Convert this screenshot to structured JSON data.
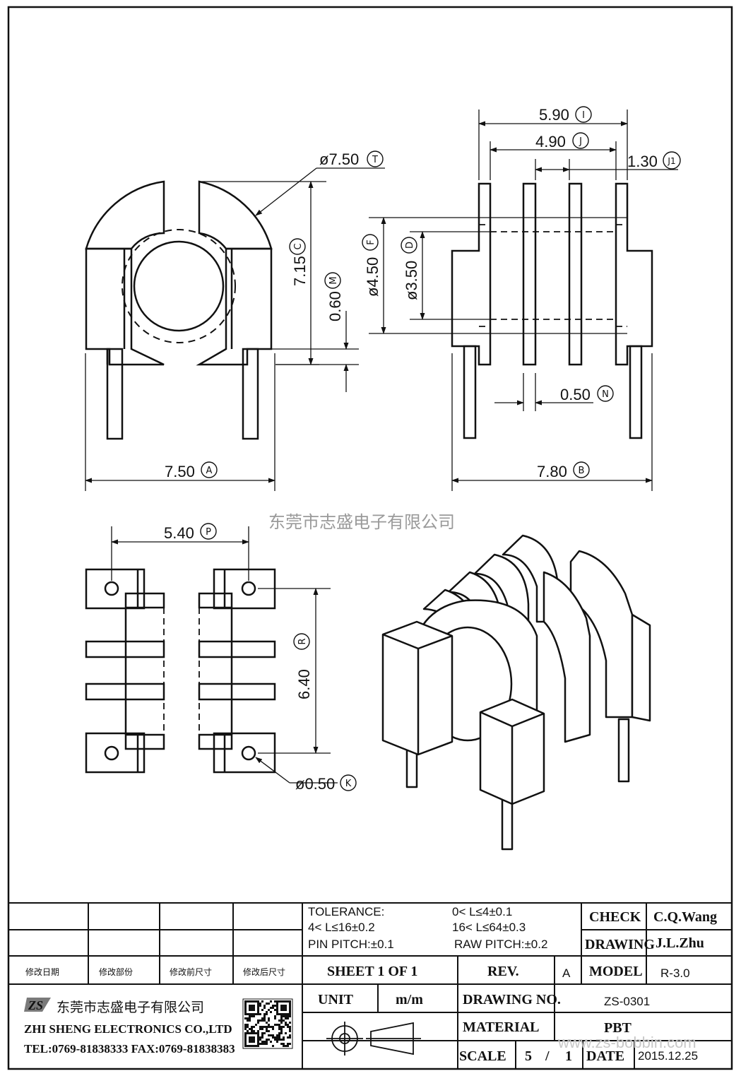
{
  "dimensions": {
    "d_5_90": "5.90",
    "d_4_90": "4.90",
    "d_1_30": "1.30",
    "d_7_50t": "ø7.50",
    "d_7_15": "7.15",
    "d_0_60": "0.60",
    "d_4_50": "ø4.50",
    "d_3_50": "ø3.50",
    "d_0_50n": "0.50",
    "d_7_50a": "7.50",
    "d_7_80": "7.80",
    "d_5_40": "5.40",
    "d_6_40": "6.40",
    "d_0_50k": "ø0.50"
  },
  "dimension_tags": {
    "I": "I",
    "J": "J",
    "J1": "J1",
    "T": "T",
    "C": "C",
    "M": "M",
    "F": "F",
    "D": "D",
    "N": "N",
    "A": "A",
    "B": "B",
    "P": "P",
    "R": "R",
    "K": "K"
  },
  "watermark": {
    "company": "东莞市志盛电子有限公司",
    "url": "www.zs-bobbin.com"
  },
  "title_block": {
    "tolerance_label": "TOLERANCE:",
    "tol_1": "0< L≤4±0.1",
    "tol_2": "4< L≤16±0.2",
    "tol_3": "16< L≤64±0.3",
    "pin_pitch": "PIN PITCH:±0.1",
    "raw_pitch": "RAW PITCH:±0.2",
    "check_label": "CHECK",
    "check_value": "C.Q.Wang",
    "drawing_label": "DRAWING",
    "drawing_value": "J.L.Zhu",
    "rev_headers": [
      "修改日期",
      "修改部份",
      "修改前尺寸",
      "修改后尺寸"
    ],
    "sheet": "SHEET  1  OF  1",
    "rev_label": "REV.",
    "rev_value": "A",
    "model_label": "MODEL",
    "model_value": "R-3.0",
    "unit_label": "UNIT",
    "unit_value": "m/m",
    "drawing_no_label": "DRAWING  NO.",
    "drawing_no_value": "ZS-0301",
    "material_label": "MATERIAL",
    "material_value": "PBT",
    "scale_label": "SCALE",
    "scale_num": "5",
    "scale_sep": "/",
    "scale_den": "1",
    "date_label": "DATE",
    "date_value": "2015.12.25",
    "company_cn": "东莞市志盛电子有限公司",
    "company_en": "ZHI SHENG  ELECTRONICS CO.,LTD",
    "contact": "TEL:0769-81838333 FAX:0769-81838383",
    "logo": "ZS"
  }
}
